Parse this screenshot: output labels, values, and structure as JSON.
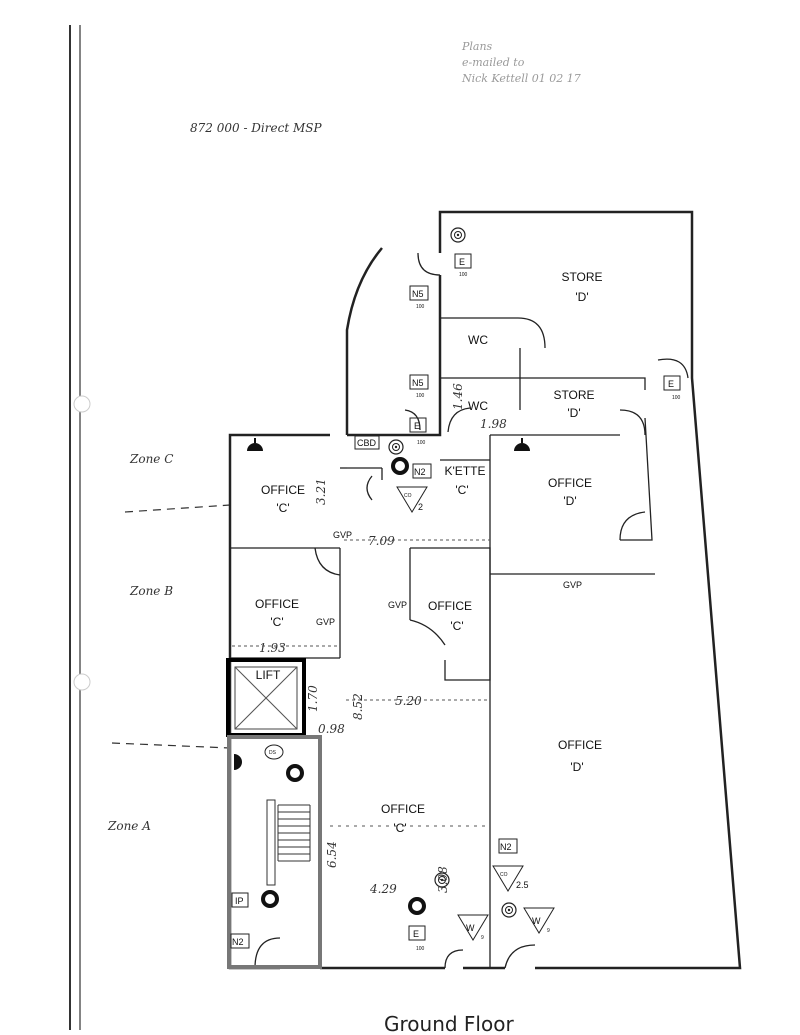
{
  "notes": {
    "top_right": [
      "Plans",
      "e-mailed to",
      "Nick Kettell 01 02 17"
    ],
    "top_left": "872 000 - Direct MSP"
  },
  "zones": [
    "Zone C",
    "Zone B",
    "Zone A"
  ],
  "rooms": {
    "store_1": [
      "STORE",
      "'D'"
    ],
    "wc_1": "WC",
    "wc_2": "WC",
    "store_2": [
      "STORE",
      "'D'"
    ],
    "office_c1": [
      "OFFICE",
      "'C'"
    ],
    "kette": [
      "K'ETTE",
      "'C'"
    ],
    "office_d1": [
      "OFFICE",
      "'D'"
    ],
    "office_c2": [
      "OFFICE",
      "'C'"
    ],
    "office_c3": [
      "OFFICE",
      "'C'"
    ],
    "office_d2": [
      "OFFICE",
      "'D'"
    ],
    "office_c4": [
      "OFFICE",
      "'C'"
    ],
    "lift": "LIFT"
  },
  "labels": {
    "gvp": "GVP",
    "cbd": "CBD",
    "n5": "N5",
    "n2": "N2",
    "e": "E",
    "e_rating": "100",
    "ip": "IP",
    "ds": "DS",
    "co2_main": "CO",
    "co2_sub": "2",
    "co2_rating_1": "2",
    "co2_rating_2": "2.5",
    "w_main": "W",
    "w_rating": "9"
  },
  "dimensions": {
    "d_709": "7.09",
    "d_321": "3.21",
    "d_193": "1.93",
    "d_520": "5.20",
    "d_852": "8.52",
    "d_170": "1.70",
    "d_098": "0.98",
    "d_654": "6.54",
    "d_429": "4.29",
    "d_308": "3.08",
    "d_198": "1.98",
    "d_146": "1.46"
  },
  "footer": "Ground Floor"
}
